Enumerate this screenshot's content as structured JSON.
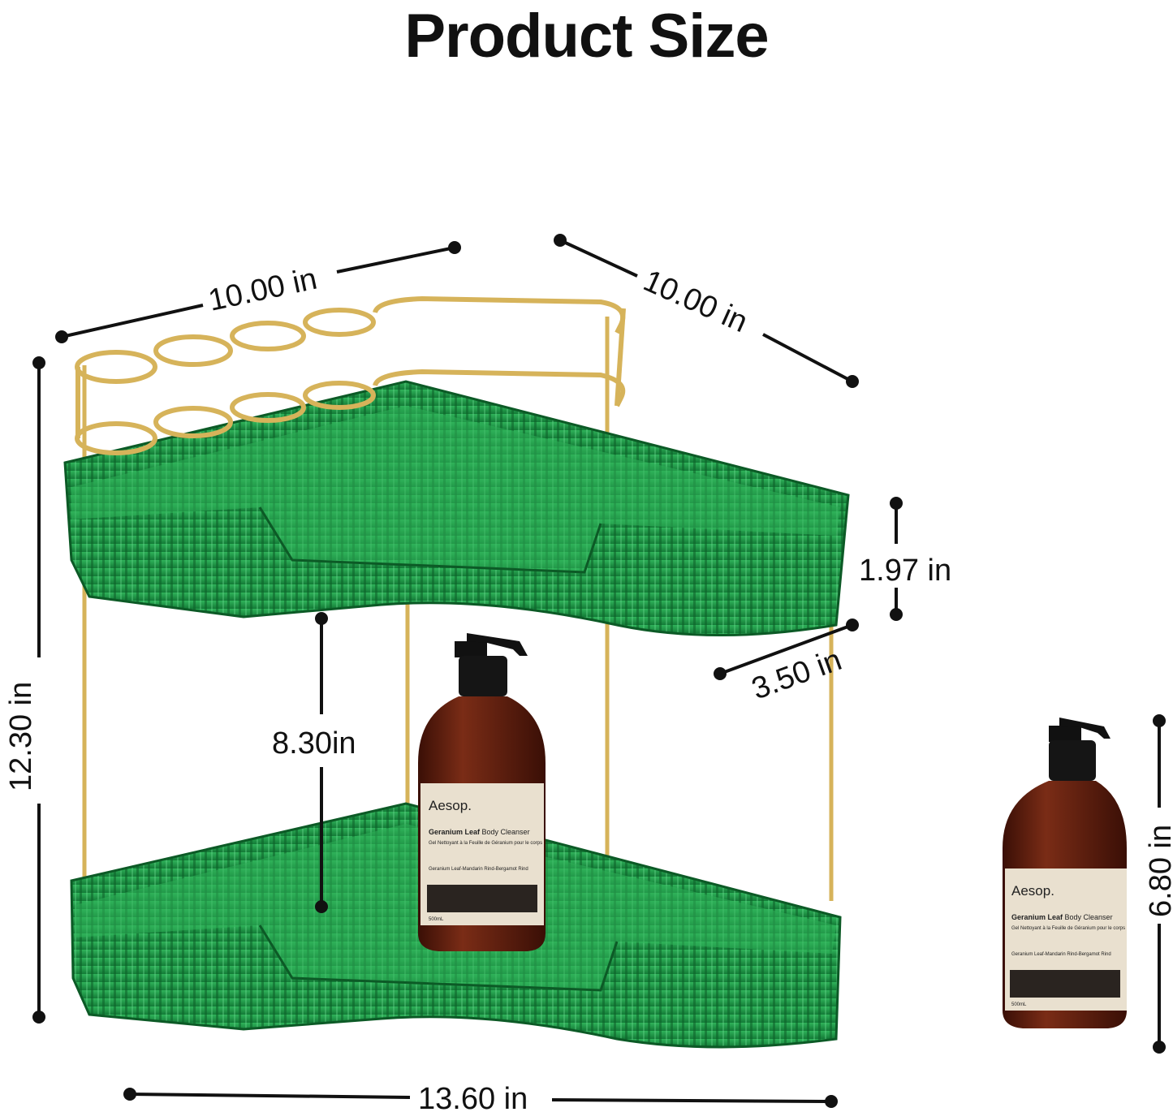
{
  "title": "Product Size",
  "dimensions": {
    "top_left_width": "10.00 in",
    "top_right_depth": "10.00 in",
    "total_height": "12.30 in",
    "tier_depth": "1.97 in",
    "tier_inner_width": "3.50 in",
    "tier_clearance": "8.30in",
    "base_width": "13.60 in",
    "bottle_height": "6.80 in"
  },
  "bottle_label": {
    "brand": "Aesop.",
    "product": "Geranium Leaf",
    "product_rest": " Body Cleanser",
    "french_line": "Gel Nettoyant à la Feuille de Géranium pour le corps",
    "ingredients": "Geranium Leaf-Mandarin Rind-Bergamot Rind",
    "volume": "500mL"
  },
  "colors": {
    "shelf_green": "#1f9a4a",
    "shelf_dark": "#0f6b30",
    "gold_rail": "#d6b35a",
    "bottle_brown": "#5a1e10",
    "label_cream": "#e9e0cf"
  }
}
